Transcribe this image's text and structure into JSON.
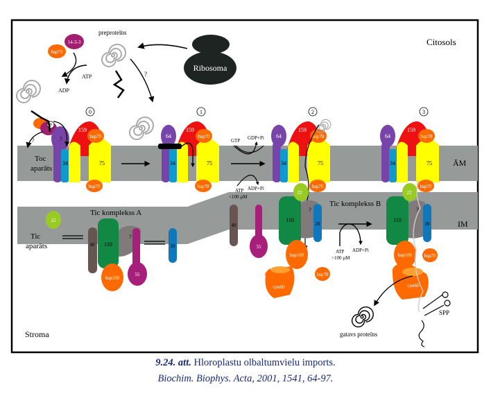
{
  "figure": {
    "regions": {
      "cytosol": "Citosols",
      "stroma": "Stroma",
      "outer_membrane": "ĀM",
      "inner_membrane": "IM"
    },
    "labels": {
      "preproteins": "preproteīns",
      "ribosome": "Ribosoma",
      "toc_apparatus_1": "Toc",
      "toc_apparatus_2": "aparāts",
      "tic_apparatus_1": "Tic",
      "tic_apparatus_2": "aparāts",
      "tic_complex_a": "Tic komplekss A",
      "tic_complex_b": "Tic komplekss B",
      "mature_protein": "gatavs proteīns",
      "spp": "SPP",
      "question": "?"
    },
    "energy": {
      "atp": "ATP",
      "adp": "ADP",
      "gtp": "GTP",
      "gdp_pi": "GDP+Pi",
      "adp_pi": "ADP+Pi",
      "atp_low": "<100 µM",
      "atp_high": ">100 µM"
    },
    "steps": [
      "0",
      "1",
      "2",
      "3"
    ],
    "proteins": {
      "p14_3_3": "14-3-3",
      "hsp70": "hsp70",
      "hsp100": "hsp100",
      "cpn60": "cpn60",
      "toc159": "159",
      "toc75": "75",
      "toc34": "34",
      "toc64": "64",
      "tic22": "22",
      "tic110": "110",
      "tic40": "40",
      "tic20": "20",
      "tic55": "55",
      "phospho": "P",
      "unknown": "?"
    },
    "colors": {
      "membrane": "#969b99",
      "toc159": "#ee1111",
      "toc75": "#ffff00",
      "toc34": "#1199cc",
      "toc64": "#7744aa",
      "hsp": "#ff6a00",
      "p14_3_3": "#a0206f",
      "tic22": "#99cc22",
      "tic110": "#118844",
      "tic40": "#665550",
      "tic20": "#1177bb",
      "tic55": "#a61f7a",
      "unknown": "#807a7a",
      "ribosome": "#1e2422"
    }
  },
  "caption": {
    "fig_number": "9.24. att.",
    "title": " Hloroplastu olbaltumvielu imports.",
    "reference": "Biochim. Biophys. Acta, 2001, 1541, 64-97."
  }
}
